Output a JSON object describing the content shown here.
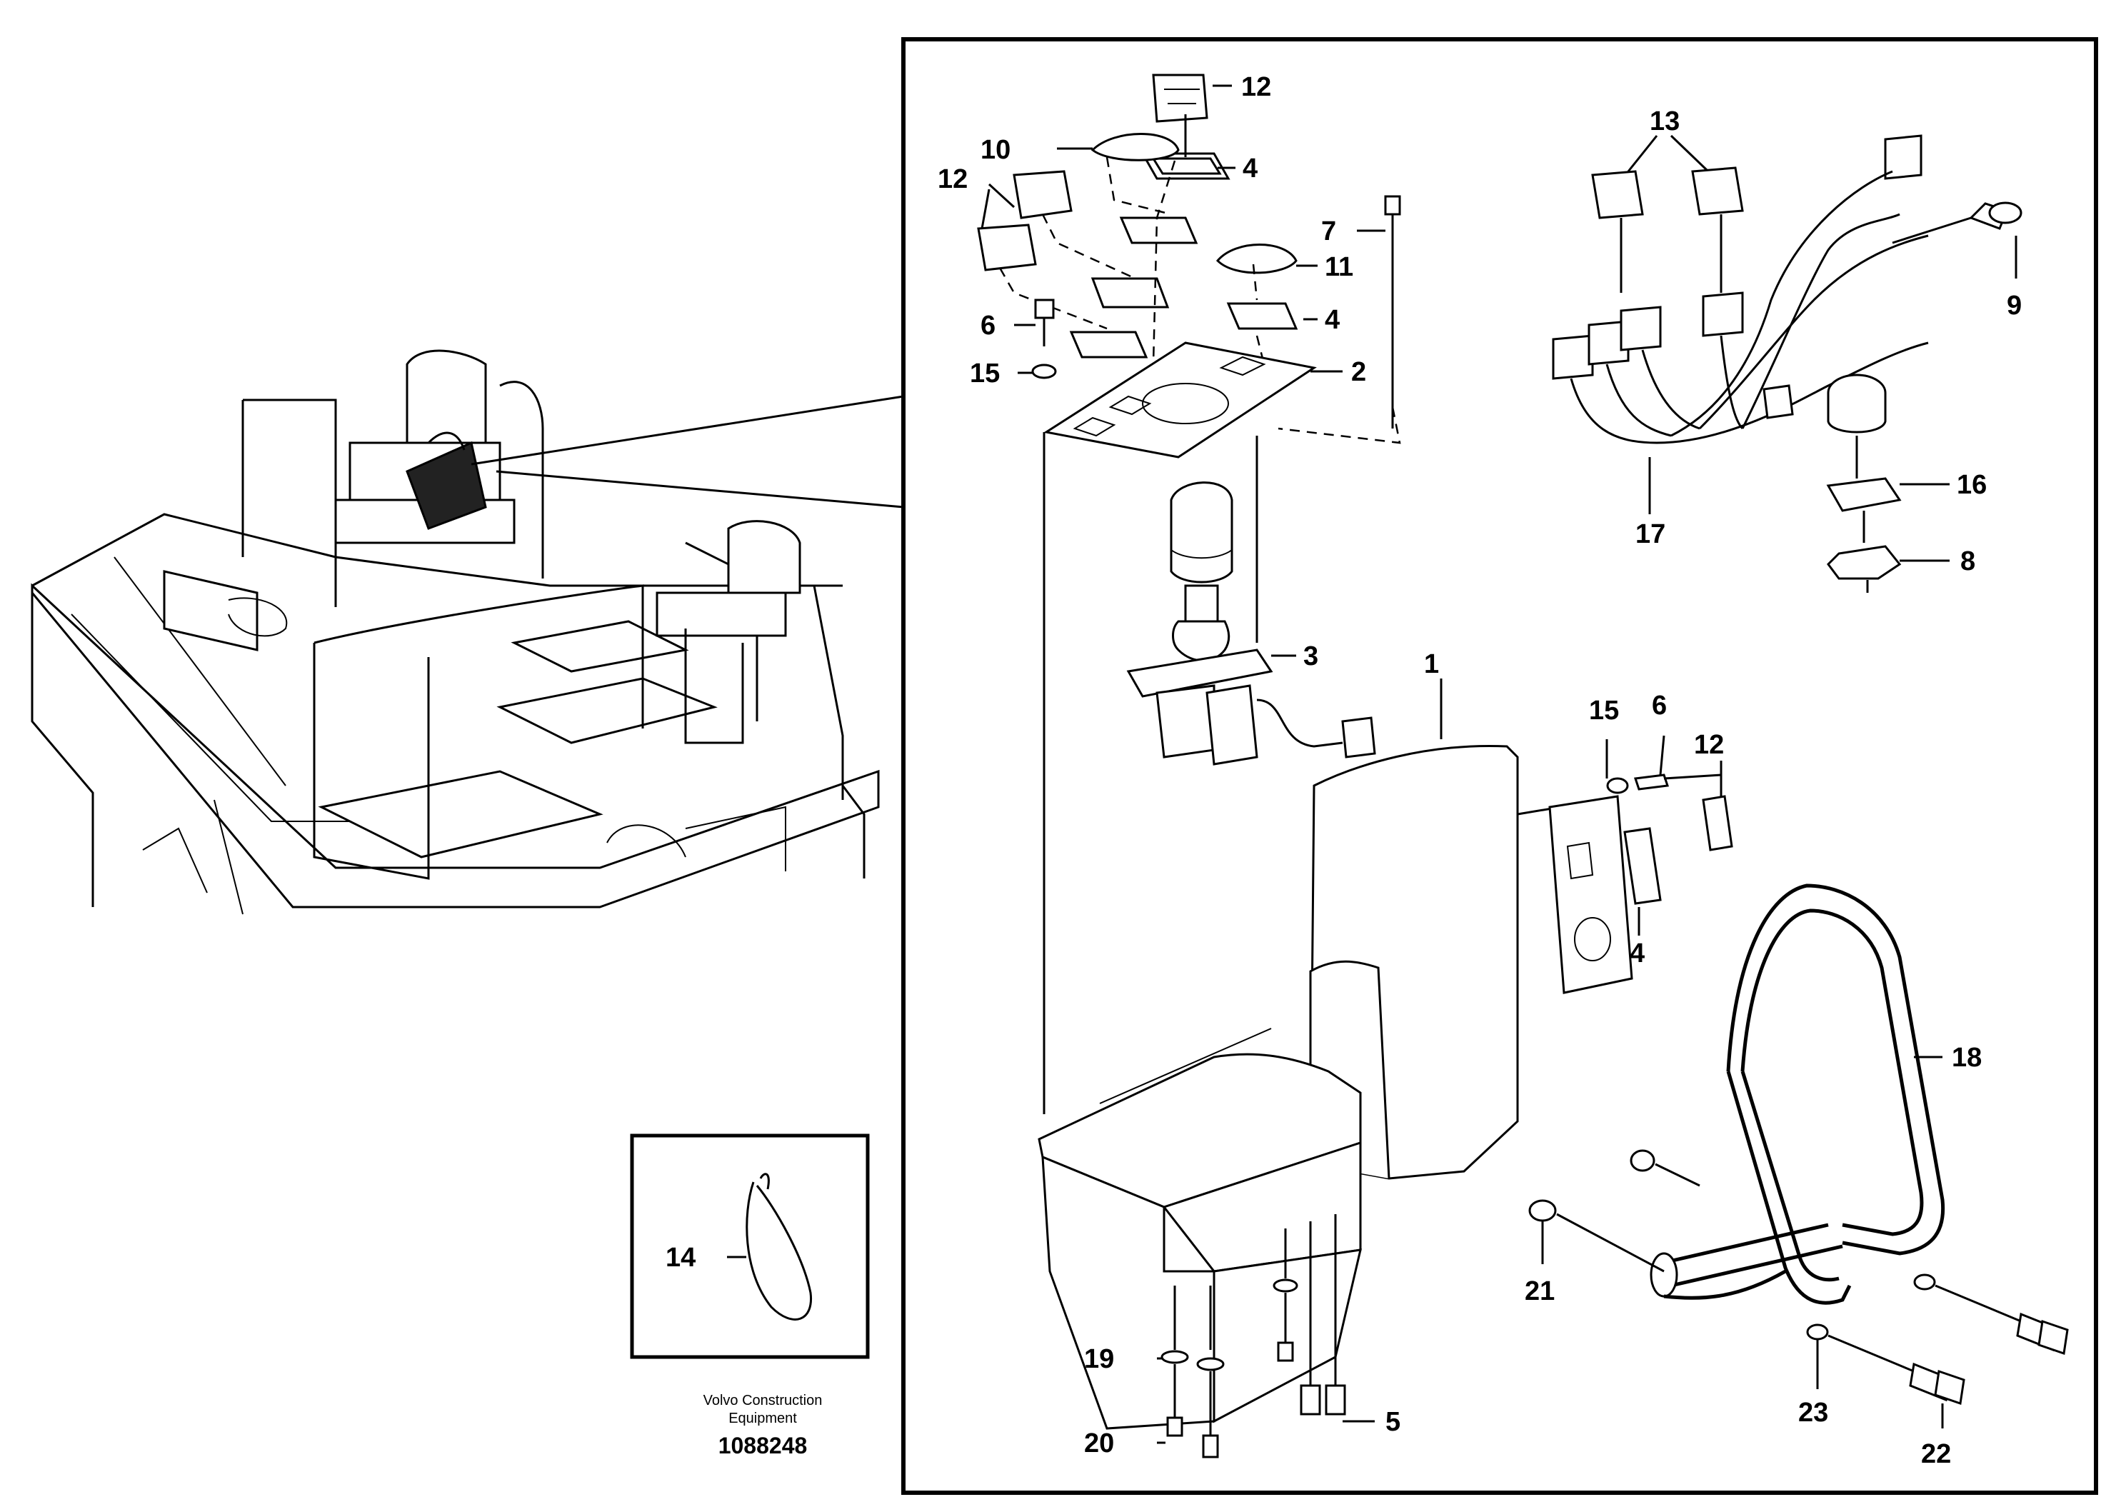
{
  "labels": {
    "p1": "1",
    "p2": "2",
    "p3": "3",
    "p4a": "4",
    "p4b": "4",
    "p4c": "4",
    "p5": "5",
    "p6a": "6",
    "p6b": "6",
    "p7": "7",
    "p8": "8",
    "p9": "9",
    "p10": "10",
    "p11": "11",
    "p12a": "12",
    "p12b": "12",
    "p12c": "12",
    "p13": "13",
    "p14": "14",
    "p15a": "15",
    "p15b": "15",
    "p16": "16",
    "p17": "17",
    "p18": "18",
    "p19": "19",
    "p20": "20",
    "p21": "21",
    "p22": "22",
    "p23": "23"
  },
  "footer": {
    "manufacturer_line1": "Volvo Construction",
    "manufacturer_line2": "Equipment",
    "document_number": "1088248"
  }
}
